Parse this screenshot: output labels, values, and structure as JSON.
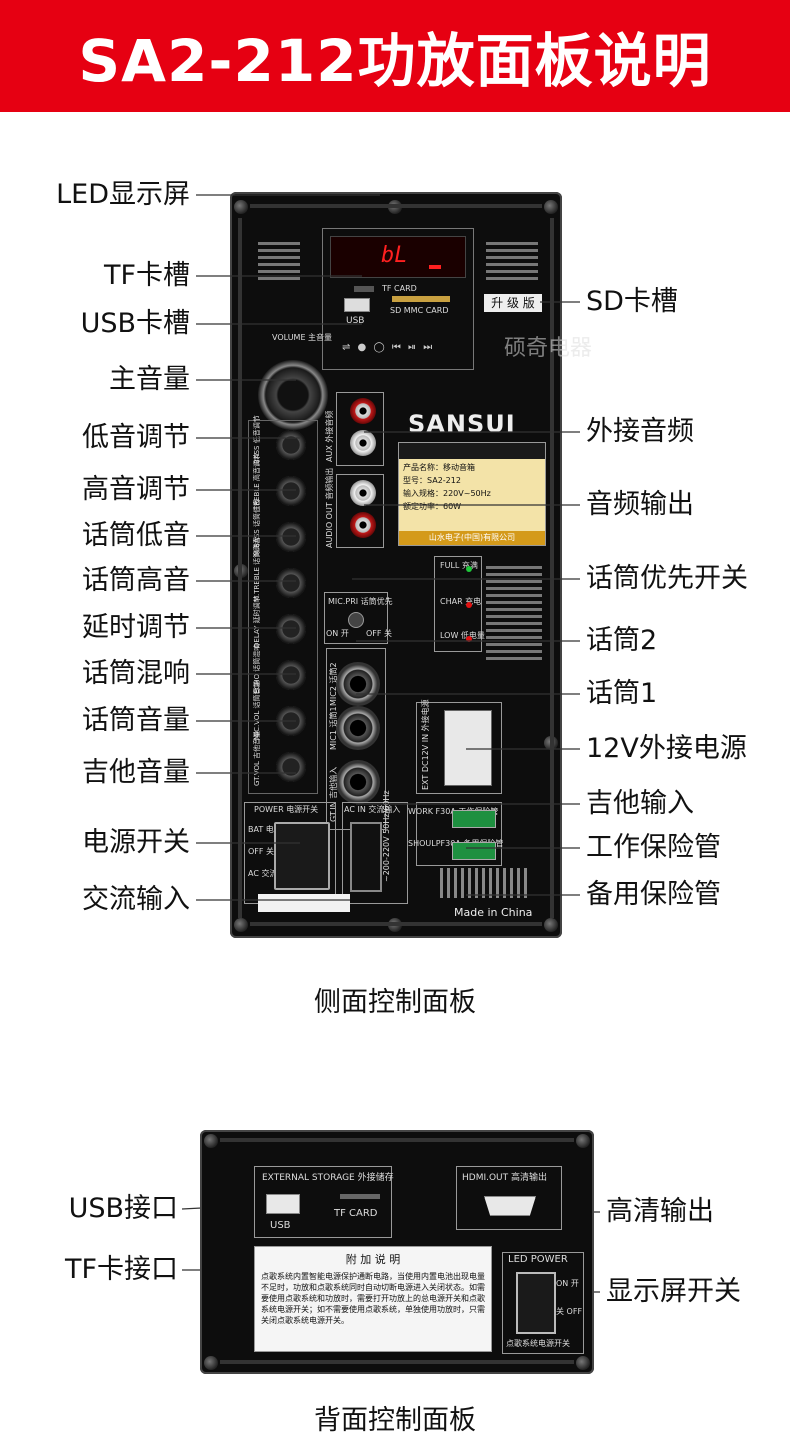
{
  "header": {
    "title": "SA2-212功放面板说明"
  },
  "side_panel": {
    "caption": "侧面控制面板",
    "left_labels": [
      "LED显示屏",
      "TF卡槽",
      "USB卡槽",
      "主音量",
      "低音调节",
      "高音调节",
      "话筒低音",
      "话筒高音",
      "延时调节",
      "话筒混响",
      "话筒音量",
      "吉他音量",
      "电源开关",
      "交流输入"
    ],
    "right_labels": [
      "SD卡槽",
      "外接音频",
      "音频输出",
      "话筒优先开关",
      "话筒2",
      "话筒1",
      "12V外接电源",
      "吉他输入",
      "工作保险管",
      "备用保险管"
    ],
    "display_text": "bL",
    "tf_card": "TF CARD",
    "sd_card": "SD MMC CARD",
    "usb": "USB",
    "upgrade": "升 级 版",
    "watermark": "硕奇电器",
    "volume": "VOLUME 主音量",
    "brand": "SANSUI",
    "aux": "AUX 外接音频",
    "audio_out": "AUDIO OUT 音频输出",
    "knobs": [
      "BASS 低音调节",
      "TREBLE 高音调节",
      "M.BASS 话筒低音",
      "M.TREBLE 话筒高音",
      "DELAY 延时调节",
      "ECHO 话筒混响",
      "MIC.VOL 话筒音量",
      "GT.VOL 吉他音量"
    ],
    "mic_pri": "MIC.PRI 话筒优先",
    "on": "ON 开",
    "off": "OFF 关",
    "mic2": "MIC2 话筒2",
    "mic1": "MIC1 话筒1",
    "gt_in": "GT.IN 吉他输入",
    "full": "FULL 充满",
    "char": "CHAR 充电",
    "low": "LOW 低电量",
    "ext_dc": "EXT DC12V IN 外接电源",
    "power": "POWER 电源开关",
    "bat": "BAT 电池",
    "power_off": "OFF 关",
    "ac": "AC 交流",
    "ac_in": "AC IN 交流输入",
    "voltage": "~200-220V 50Hz/60Hz",
    "work_fuse": "WORK F30A 工作保险管",
    "spare_fuse": "SHOULPF30A 备用保险管",
    "made_in": "Made in China",
    "product_info": [
      "产品名称：移动音箱",
      "型号：SA2-212",
      "输入规格：220V~50Hz",
      "额定功率：60W"
    ],
    "company": "山水电子(中国)有限公司"
  },
  "back_panel": {
    "caption": "背面控制面板",
    "left_labels": [
      "USB接口",
      "TF卡接口"
    ],
    "right_labels": [
      "高清输出",
      "显示屏开关"
    ],
    "ext_storage": "EXTERNAL STORAGE 外接储存",
    "usb": "USB",
    "tf_card": "TF CARD",
    "hdmi": "HDMI.OUT 高清输出",
    "note_title": "附 加 说 明",
    "note_body": "点歌系统内置智能电源保护通断电路，当使用内置电池出现电量不足时，功放和点歌系统同时自动切断电源进入关闭状态。如需要使用点歌系统和功放时，需要打开功放上的总电源开关和点歌系统电源开关；如不需要使用点歌系统，单独使用功放时，只需关闭点歌系统电源开关。",
    "led_power": "LED POWER",
    "led_on": "ON 开",
    "led_off": "关 OFF",
    "led_note": "点歌系统电源开关"
  }
}
